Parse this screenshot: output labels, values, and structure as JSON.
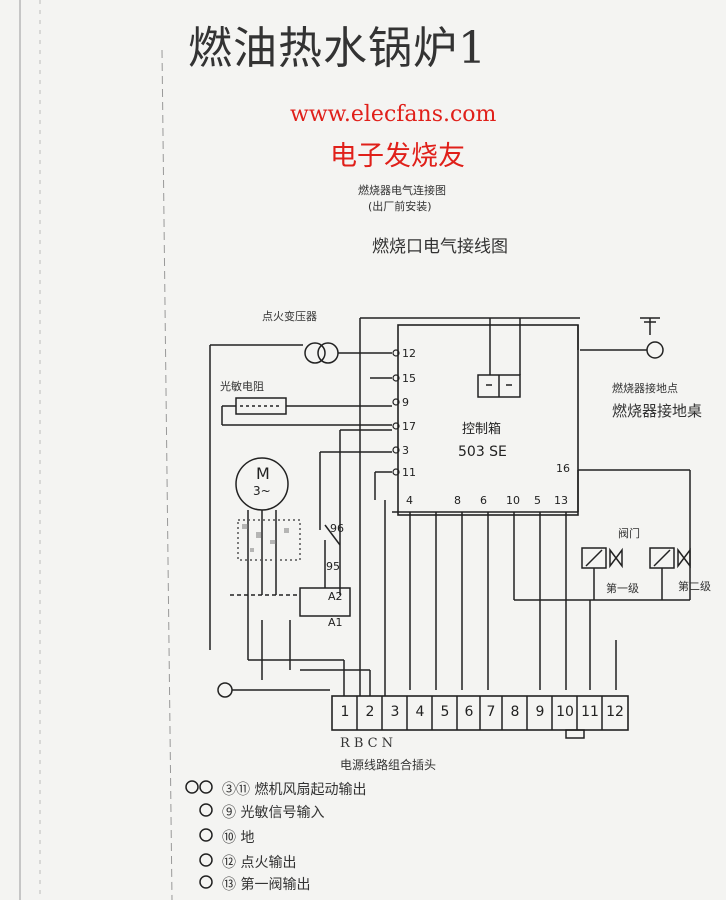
{
  "title": "燃油热水锅炉1",
  "watermark_url": "www.elecfans.com",
  "watermark_cn": "电子发烧友",
  "diagram": {
    "header_line1": "燃烧器电气连接图",
    "header_line2": "(出厂前安装)",
    "handwritten_title": "燃烧口电气接线图",
    "ignition_transformer": "点火变压器",
    "photoresistor": "光敏电阻",
    "motor_label": "M",
    "motor_phase": "3~",
    "controller": "控制箱",
    "controller_model": "503 SE",
    "ground_label": "燃烧器接地点",
    "ground_handwritten": "燃烧器接地桌",
    "valve_label": "阀门",
    "stage1": "第一级",
    "stage2": "第二级",
    "contactor_a1": "A1",
    "contactor_a2": "A2",
    "contact_95": "95",
    "contact_96": "96",
    "left_terminals": [
      "12",
      "15",
      "9",
      "17",
      "3",
      "11"
    ],
    "bottom_terminals": [
      "4",
      "8",
      "6",
      "10",
      "5",
      "13"
    ],
    "terminal_16": "16",
    "plug_pins": [
      "1",
      "2",
      "3",
      "4",
      "5",
      "6",
      "7",
      "8",
      "9",
      "10",
      "11",
      "12"
    ],
    "plug_handwritten": "R B C N",
    "plug_caption": "电源线路组合插头",
    "notes": [
      "③⑪ 燃机风扇起动输出",
      "⑨ 光敏信号输入",
      "⑩ 地",
      "⑫ 点火输出",
      "⑬ 第一阀输出"
    ]
  },
  "colors": {
    "watermark": "#e0201a",
    "ink": "#222222",
    "paper": "#f4f4f2"
  }
}
